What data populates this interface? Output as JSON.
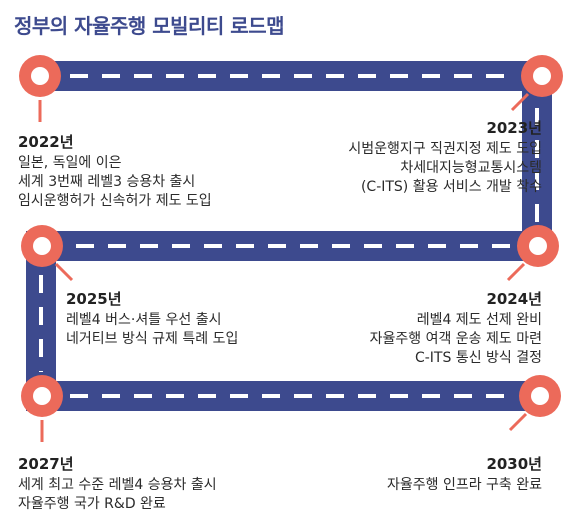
{
  "title": "정부의 자율주행 모빌리티 로드맵",
  "colors": {
    "road": "#3d4a8e",
    "marker": "#ec6a5a",
    "dash": "#ffffff"
  },
  "milestones": [
    {
      "year": "2022년",
      "lines": [
        "일본, 독일에 이은",
        "세계 3번째 레벨3 승용차 출시",
        "임시운행허가 신속허가 제도 도입"
      ]
    },
    {
      "year": "2023년",
      "lines": [
        "시범운행지구 직권지정 제도 도입",
        "차세대지능형교통시스템",
        "(C-ITS) 활용 서비스 개발 착수"
      ]
    },
    {
      "year": "2024년",
      "lines": [
        "레벨4 제도 선제 완비",
        "자율주행 여객 운송 제도 마련",
        "C-ITS 통신 방식 결정"
      ]
    },
    {
      "year": "2025년",
      "lines": [
        "레벨4 버스·셔틀 우선 출시",
        "네거티브 방식 규제 특례 도입"
      ]
    },
    {
      "year": "2027년",
      "lines": [
        "세계 최고 수준 레벨4 승용차 출시",
        "자율주행 국가 R&D 완료"
      ]
    },
    {
      "year": "2030년",
      "lines": [
        "자율주행 인프라 구축 완료"
      ]
    }
  ]
}
